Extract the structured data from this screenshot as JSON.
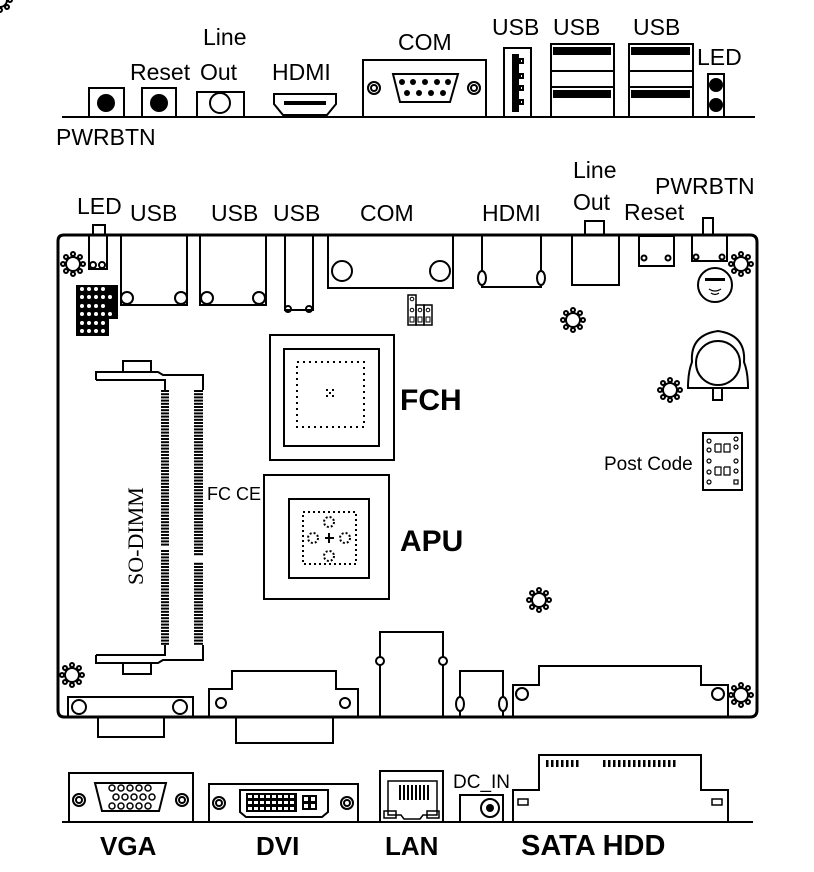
{
  "diagram": {
    "type": "motherboard-layout",
    "colors": {
      "line": "#000000",
      "background": "#ffffff"
    },
    "rear_io_top": {
      "labels": {
        "pwrbtn": "PWRBTN",
        "reset": "Reset",
        "line_out_1": "Line",
        "line_out_2": "Out",
        "hdmi": "HDMI",
        "com": "COM",
        "usb_vertical": "USB",
        "usb_stack_1": "USB",
        "usb_stack_2": "USB",
        "led": "LED"
      }
    },
    "board_top_edge": {
      "labels": {
        "led": "LED",
        "usb_1": "USB",
        "usb_2": "USB",
        "usb_3": "USB",
        "com": "COM",
        "hdmi": "HDMI",
        "line_out_1": "Line",
        "line_out_2": "Out",
        "reset": "Reset",
        "pwrbtn": "PWRBTN"
      }
    },
    "board_components": {
      "fch": "FCH",
      "apu": "APU",
      "so_dimm": "SO-DIMM",
      "post_code": "Post Code",
      "fcc_ce": "FC CE"
    },
    "rear_io_bottom": {
      "labels": {
        "vga": "VGA",
        "dvi": "DVI",
        "lan": "LAN",
        "dc_in": "DC_IN",
        "sata_hdd": "SATA HDD"
      }
    }
  }
}
